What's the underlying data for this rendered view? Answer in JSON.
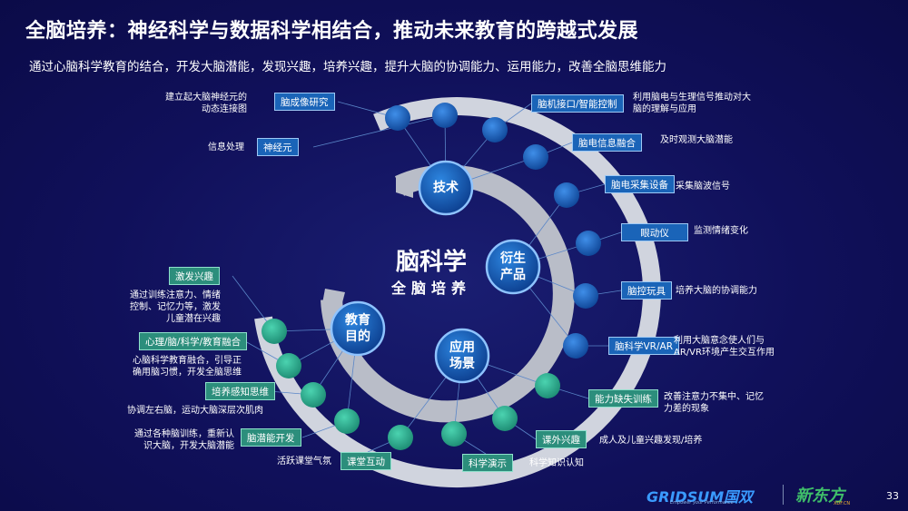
{
  "title": "全脑培养：神经科学与数据科学相结合，推动未来教育的跨越式发展",
  "subtitle": "通过心脑科学教育的结合，开发大脑潜能，发现兴趣，培养兴趣，提升大脑的协调能力、运用能力，改善全脑思维能力",
  "center": {
    "main": "脑科学",
    "sub": "全脑培养"
  },
  "hubs": {
    "tech": "技术",
    "product": "衍生\n产品",
    "scene": "应用\n场景",
    "edu": "教育\n目的"
  },
  "labels": {
    "brain_imaging": "脑成像研究",
    "neuron": "神经元",
    "bci": "脑机接口/智能控制",
    "eeg_fusion": "脑电信息融合",
    "eeg_device": "脑电采集设备",
    "eye_tracker": "眼动仪",
    "brain_toy": "脑控玩具",
    "brain_vr": "脑科学VR/AR",
    "attention_training": "能力缺失训练",
    "extracurricular": "课外兴趣",
    "science_demo": "科学演示",
    "classroom": "课堂互动",
    "brain_dev": "脑潜能开发",
    "perception": "培养感知思维",
    "integration": "心理/脑/科学/教育融合",
    "interest": "激发兴趣"
  },
  "descs": {
    "brain_imaging": "建立起大脑神经元的\n动态连接图",
    "neuron": "信息处理",
    "bci": "利用脑电与生理信号推动对大\n脑的理解与应用",
    "eeg_fusion": "及时观测大脑潜能",
    "eeg_device": "采集脑波信号",
    "eye_tracker": "监测情绪变化",
    "brain_toy": "培养大脑的协调能力",
    "brain_vr": "利用大脑意念使人们与\nAR/VR环境产生交互作用",
    "attention_training": "改善注意力不集中、记忆\n力差的现象",
    "extracurricular": "成人及儿童兴趣发现/培养",
    "science_demo": "科学知识认知",
    "classroom": "活跃课堂气氛",
    "brain_dev": "通过各种脑训练，重新认\n识大脑，开发大脑潜能",
    "perception": "协调左右脑，运动大脑深层次肌肉",
    "integration": "心脑科学教育融合，引导正\n确用脑习惯，开发全脑思维",
    "interest": "通过训练注意力、情绪\n控制、记忆力等，激发\n儿童潜在兴趣"
  },
  "footer": {
    "logo1": "GRIDSUM国双",
    "tagline": "Empower your Performance",
    "logo2": "新东方",
    "logo2_sub": "XDF.CN",
    "page": "33"
  },
  "colors": {
    "blue_node": "#1557b0",
    "teal_node": "#2aa88c",
    "ring": "#cfd3dc",
    "bg": "#0f0f52"
  }
}
